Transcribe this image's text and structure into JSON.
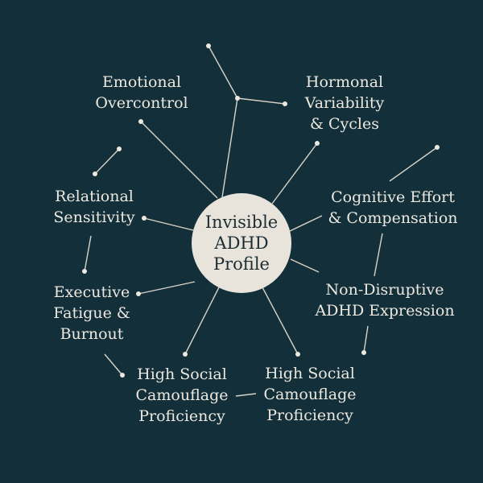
{
  "center": {
    "line1": "Invisible",
    "line2": "ADHD",
    "line3": "Profile"
  },
  "nodes": [
    {
      "line1": "Emotional",
      "line2": "Overcontrol"
    },
    {
      "line1": "Hormonal",
      "line2": "Variability",
      "line3": "& Cycles"
    },
    {
      "line1": "Relational",
      "line2": "Sensitivity"
    },
    {
      "line1": "Cognitive Effort",
      "line2": "& Compensation"
    },
    {
      "line1": "Executive",
      "line2": "Fatigue &",
      "line3": "Burnout"
    },
    {
      "line1": "Non-Disruptive",
      "line2": "ADHD Expression"
    },
    {
      "line1": "High Social",
      "line2": "Camouflage",
      "line3": "Proficiency"
    },
    {
      "line1": "High Social",
      "line2": "Camouflage",
      "line3": "Proficiency"
    }
  ],
  "colors": {
    "background": "#13303a",
    "center_fill": "#e8e4dc",
    "text": "#ece8df",
    "line": "#d8d3c8"
  }
}
